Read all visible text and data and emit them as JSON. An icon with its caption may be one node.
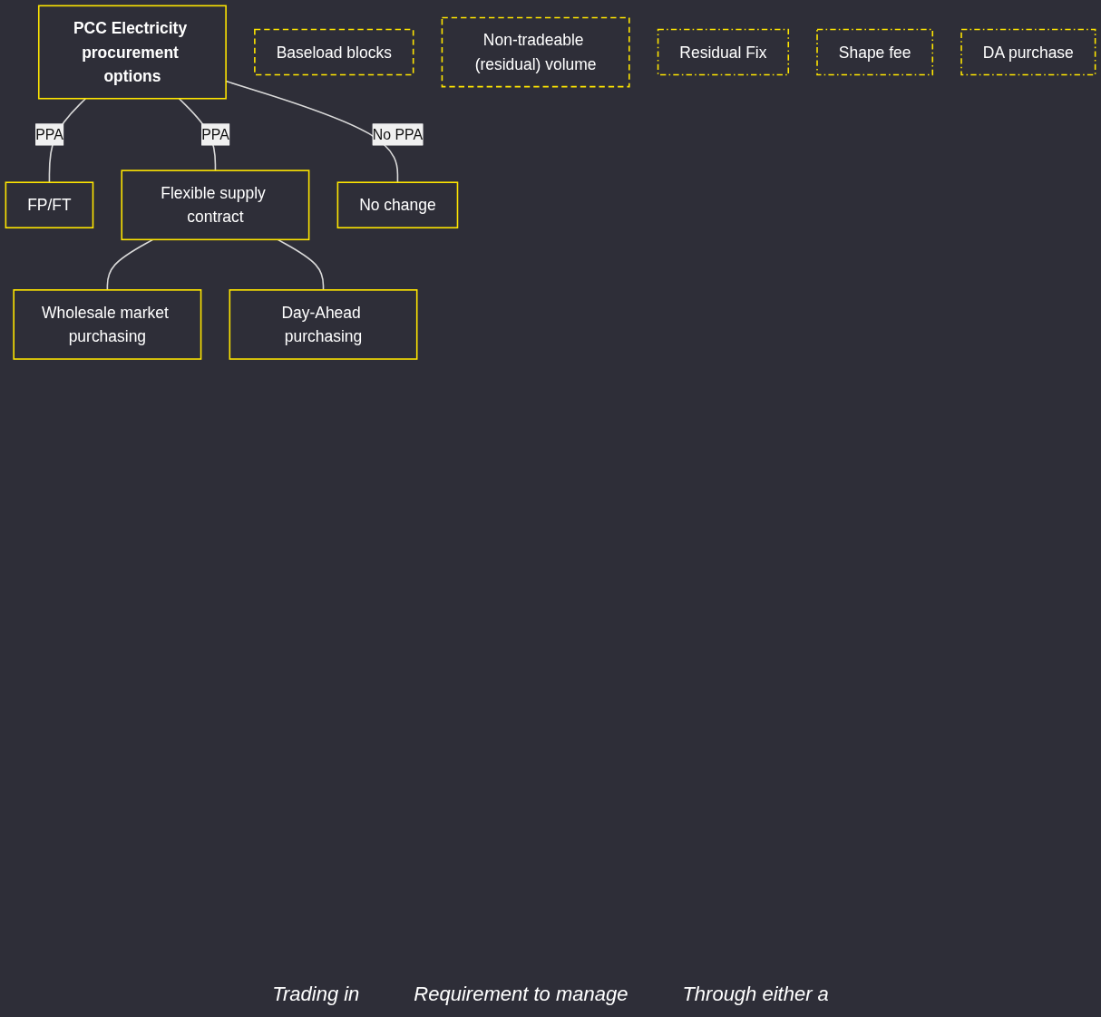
{
  "diagram": {
    "nodes": [
      {
        "text": [
          "PCC Electricity procurement options"
        ]
      },
      {
        "text": [
          "FP/FT"
        ]
      },
      {
        "text": [
          "Flexible supply contract"
        ]
      },
      {
        "text": [
          "No change"
        ]
      },
      {
        "text": [
          "Wholesale market purchasing"
        ]
      },
      {
        "text": [
          "Day-Ahead purchasing"
        ]
      },
      {
        "text": [
          "Baseload blocks"
        ]
      },
      {
        "text": [
          "Non-tradeable (residual) volume"
        ]
      },
      {
        "text": [
          "Residual Fix"
        ]
      },
      {
        "text": [
          "Shape fee"
        ]
      },
      {
        "text": [
          "DA purchase"
        ]
      }
    ],
    "edges": [
      {
        "from": 0,
        "to": 1,
        "arrow": "none",
        "label": "PPA"
      },
      {
        "from": 0,
        "to": 2,
        "arrow": "none",
        "label": "PPA"
      },
      {
        "from": 0,
        "to": 3,
        "arrow": "none",
        "label": "No PPA"
      },
      {
        "from": 2,
        "to": 4,
        "arrow": "none"
      },
      {
        "from": 2,
        "to": 5,
        "arrow": "none"
      }
    ],
    "labels": [
      "Trading in",
      "Requirement to manage",
      "Through either a"
    ]
  }
}
